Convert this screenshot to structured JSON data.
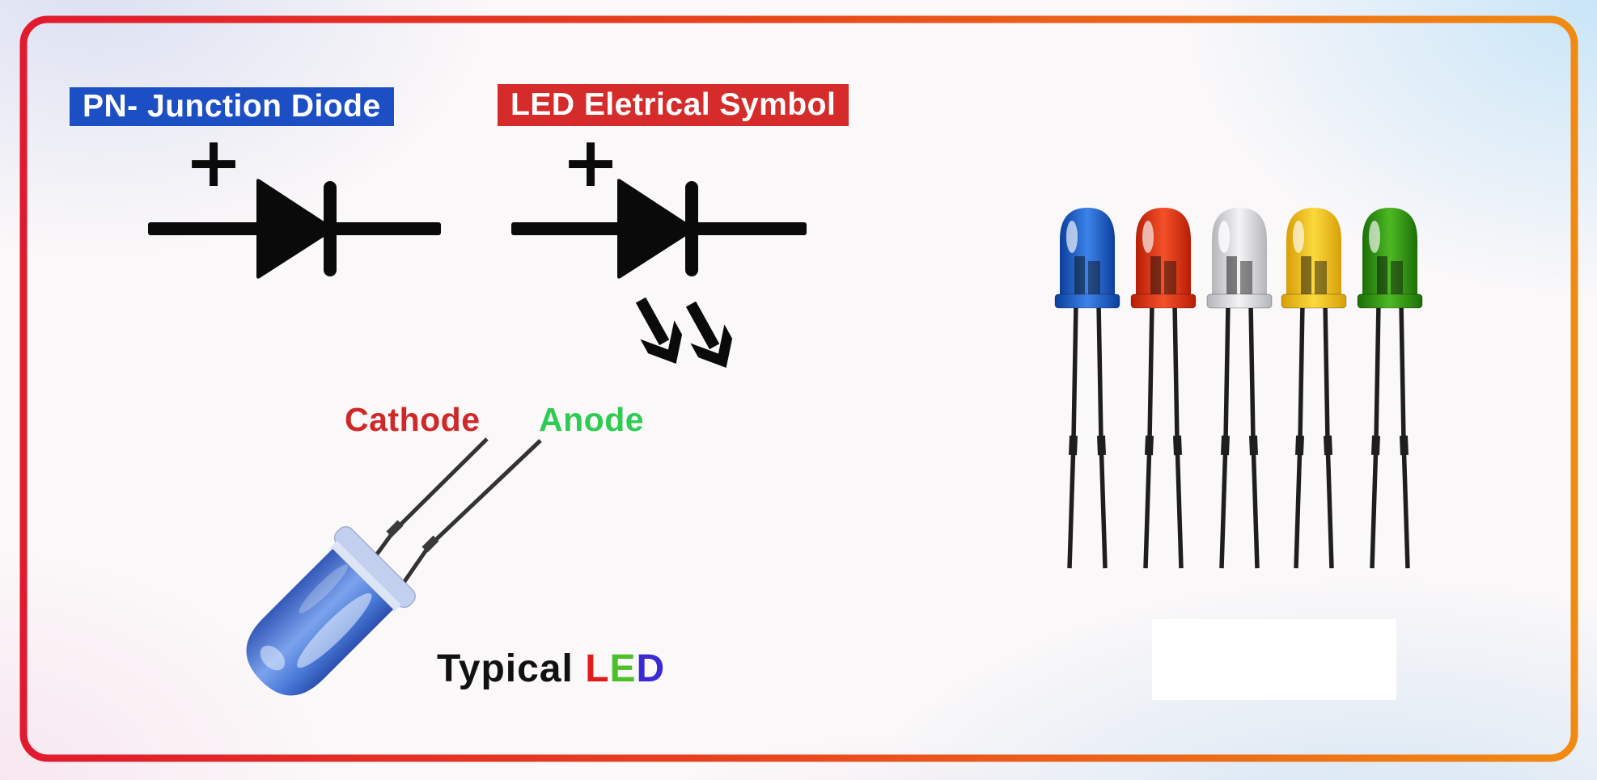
{
  "titles": {
    "pn_junction": "PN- Junction Diode",
    "led_symbol": "LED Eletrical Symbol"
  },
  "symbols": {
    "plus": "+",
    "diode_icon": "diode-symbol",
    "led_icon": "led-symbol-with-light-arrows"
  },
  "pins": {
    "cathode": "Cathode",
    "anode": "Anode"
  },
  "caption": {
    "word": "Typical",
    "l": "L",
    "e": "E",
    "d": "D"
  },
  "colors": {
    "title_pn_bg": "#1d4fc4",
    "title_pn_text": "#ffffff",
    "title_led_bg": "#d62b2b",
    "title_led_text": "#ffffff",
    "cathode_text": "#cf2828",
    "anode_text": "#2ecb53",
    "caption_text": "#111111",
    "caption_l": "#e01b1b",
    "caption_e": "#4cbf2a",
    "caption_d": "#3a2ad4",
    "frame_left": "#e11a2e",
    "frame_mid": "#e8421e",
    "frame_right": "#f18a12",
    "symbol_ink": "#0a0a0a"
  },
  "led_photo": {
    "led_colors": [
      "blue",
      "red",
      "white",
      "yellow",
      "green"
    ],
    "hex": {
      "blue": "#3c83e9",
      "red": "#f4502a",
      "white": "#f4f4f6",
      "yellow": "#fbd93d",
      "green": "#4db824"
    }
  },
  "typical_led_photo": {
    "body_hex": "#7ba2ec"
  }
}
